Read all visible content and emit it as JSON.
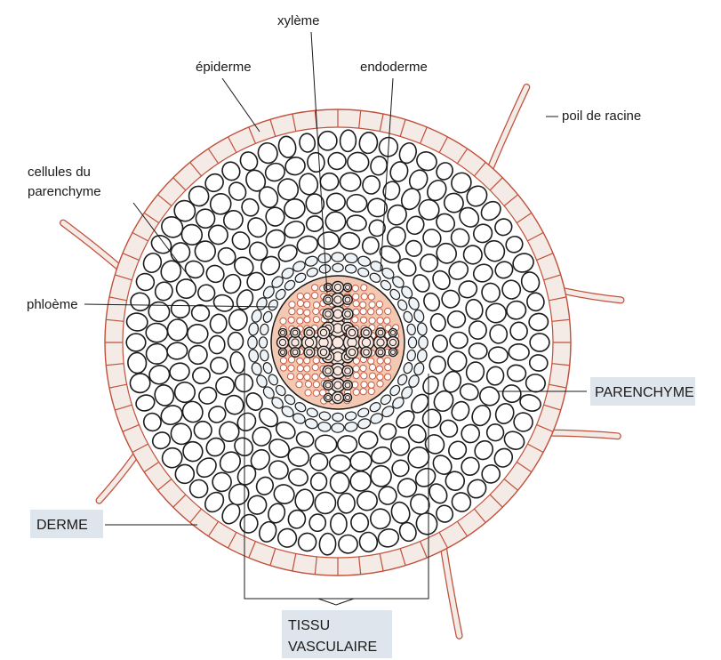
{
  "labels": {
    "xyleme": "xylème",
    "epiderme": "épiderme",
    "endoderme": "endoderme",
    "poil": "poil de racine",
    "cellules_line1": "cellules du",
    "cellules_line2": "parenchyme",
    "phloeme": "phloème",
    "parenchyme": "PARENCHYME",
    "derme": "DERME",
    "tissu_line1": "TISSU",
    "tissu_line2": "VASCULAIRE"
  },
  "colors": {
    "epidermis_stroke": "#c0503a",
    "epidermis_fill": "#f4eae6",
    "vascular_fill": "#f3c9b4",
    "xylem_fill": "#d79a83",
    "endodermis_fill": "#edf3f7",
    "label_box": "#dfe5ec"
  }
}
